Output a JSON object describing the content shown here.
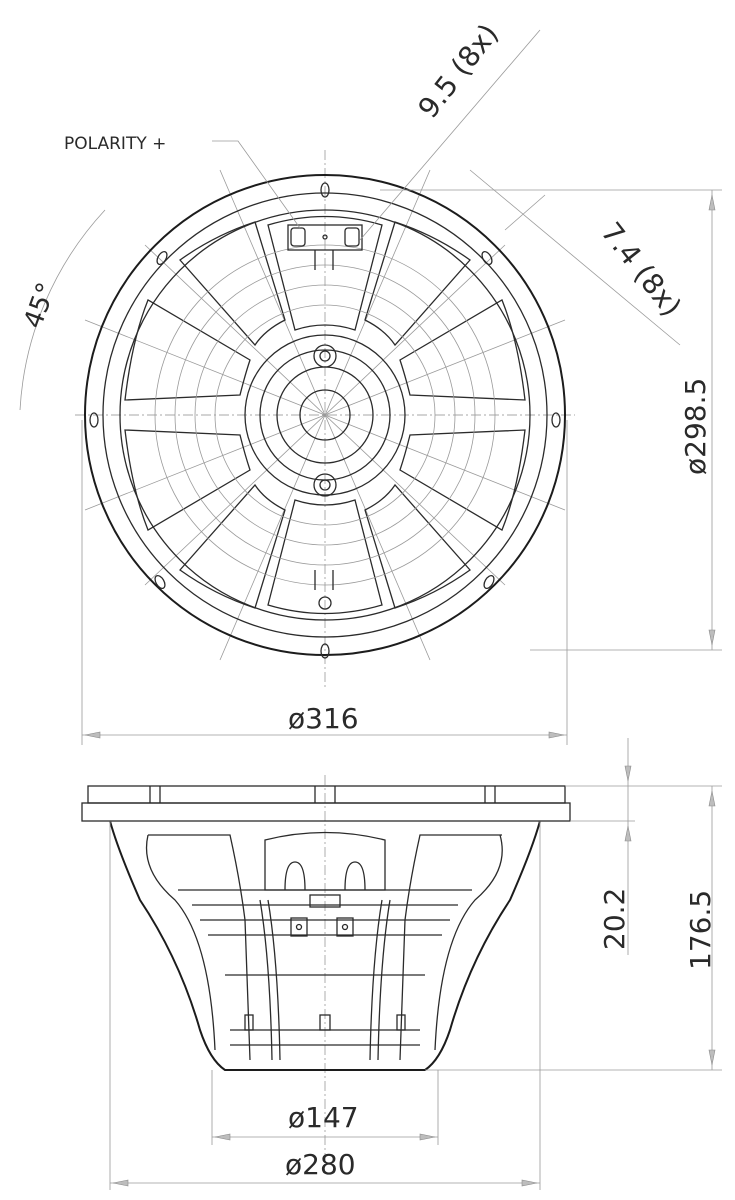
{
  "drawing": {
    "title": "Loudspeaker outline drawing",
    "views": [
      "front-view",
      "side-view"
    ],
    "annotations": {
      "polarity": "POLARITY +",
      "angle": "45°",
      "hole_diameter": "9.5 (8x)",
      "hole_width": "7.4 (8x)",
      "bolt_circle": "ø298.5",
      "outer_diameter": "ø316",
      "mounting_depth": "20.2",
      "total_depth": "176.5",
      "magnet_diameter": "ø147",
      "cutout_diameter": "ø280"
    },
    "colors": {
      "line": "#2b2b2b",
      "dimension_line": "#9a9a9a",
      "background": "#ffffff"
    }
  }
}
